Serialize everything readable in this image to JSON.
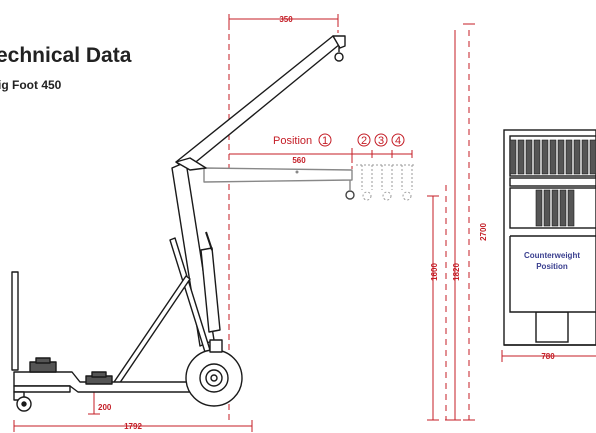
{
  "header": {
    "title": "echnical Data",
    "subtitle": "ig Foot 450"
  },
  "dimensions": {
    "jib_reach": "350",
    "position_offset": "560",
    "height_low": "1600",
    "height_mid": "1820",
    "height_max": "2700",
    "ground_clearance": "200",
    "overall_length": "1792",
    "counterweight_width": "780"
  },
  "positions": {
    "label": "Position",
    "markers": [
      "1",
      "2",
      "3",
      "4"
    ]
  },
  "counterweight": {
    "line1": "Counterweight",
    "line2": "Position"
  },
  "colors": {
    "dimension_red": "#c41d26",
    "counterweight_blue": "#3a3f8f",
    "outline": "#1a1a1a",
    "weight_dark": "#555555"
  }
}
